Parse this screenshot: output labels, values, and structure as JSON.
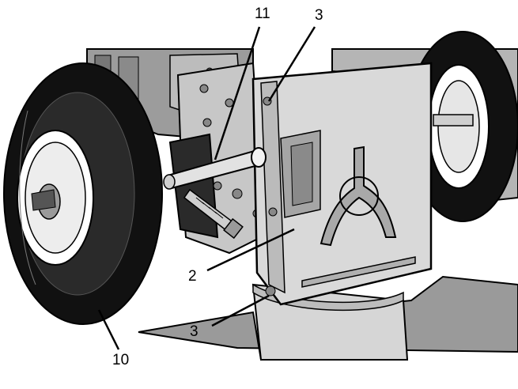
{
  "callouts": {
    "part_11": "11",
    "part_3_top": "3",
    "part_2": "2",
    "part_3_bottom": "3",
    "part_10": "10"
  },
  "colors": {
    "outline": "#000000",
    "tire": "#111111",
    "metal_light": "#d9d9d9",
    "metal_mid": "#a8a8a8",
    "metal_dark": "#6e6e6e",
    "background": "#ffffff"
  }
}
